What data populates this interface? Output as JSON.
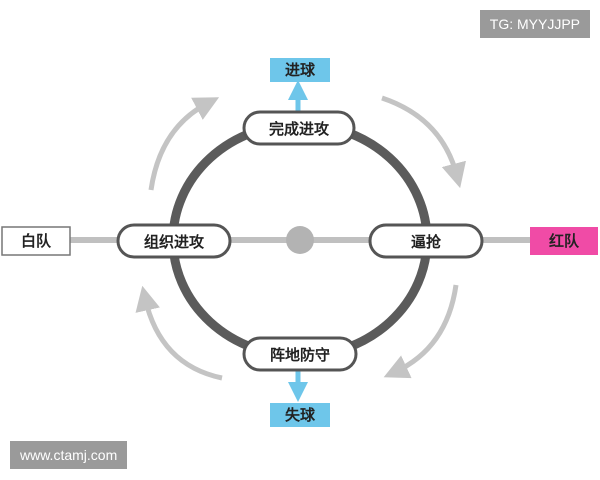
{
  "colors": {
    "ring": "#5b5b5b",
    "cycle_arrows": "#c4c4c4",
    "axis": "#c0c0c0",
    "center_dot": "#b3b3b3",
    "goal_box": "#6ec6ea",
    "red_team": "#f04ba6",
    "node_fill": "#ffffff",
    "node_stroke": "#555555",
    "watermark_bg": "#9a9a9a"
  },
  "watermarks": {
    "top_right": "TG: MYYJJPP",
    "bottom_left": "www.ctamj.com"
  },
  "teams": {
    "white": "白队",
    "red": "红队"
  },
  "outcomes": {
    "score": "进球",
    "concede": "失球"
  },
  "phases": {
    "top": "完成进攻",
    "left": "组织进攻",
    "right": "逼抢",
    "bottom": "阵地防守"
  },
  "flow": {
    "cycle_direction": "clockwise"
  }
}
